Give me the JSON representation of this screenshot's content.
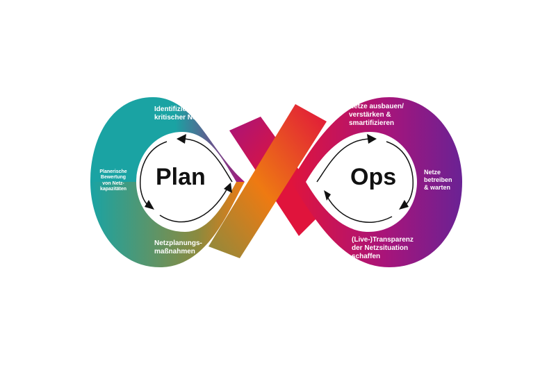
{
  "diagram": {
    "left_core": "Plan",
    "right_core": "Ops",
    "steps": {
      "identify": "Identifizierung\nkritischer Netze",
      "evaluate": "Planerische\nBewertung\nvon Netz-\nkapazitäten",
      "measures": "Netzplanungs-\nmaßnahmen",
      "expand": "Netze ausbauen/\nverstärken &\nsmartifizieren",
      "operate": "Netze\nbetreiben\n& warten",
      "transparency": "(Live-)Transparenz\nder Netzsituation\nschaffen"
    },
    "colors": {
      "teal": "#1aa3a3",
      "olive": "#8c8a3e",
      "orange": "#ee7a12",
      "red": "#e0143c",
      "magenta": "#a8147a",
      "purple": "#6a2294",
      "arrow": "#111111"
    }
  }
}
